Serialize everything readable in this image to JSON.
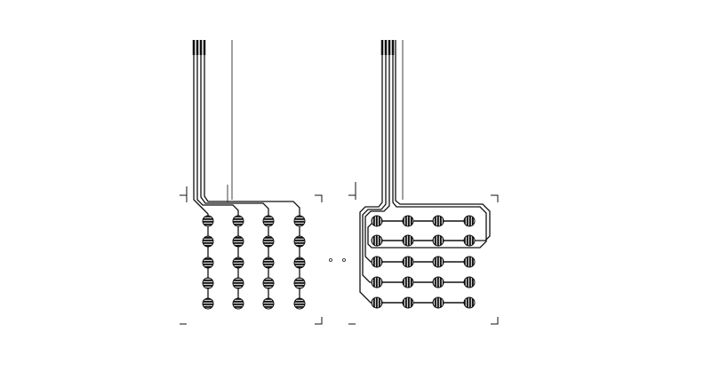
{
  "diagram": {
    "stroke_color": "#111111",
    "background": "#ffffff",
    "panels": [
      {
        "name": "left-circuit-layout",
        "key_rows": 5,
        "key_columns": 4,
        "key_stripes": "horizontal",
        "connection": "columns"
      },
      {
        "name": "right-circuit-layout",
        "key_rows": 5,
        "key_columns": 4,
        "key_stripes": "vertical",
        "connection": "rows"
      }
    ]
  }
}
